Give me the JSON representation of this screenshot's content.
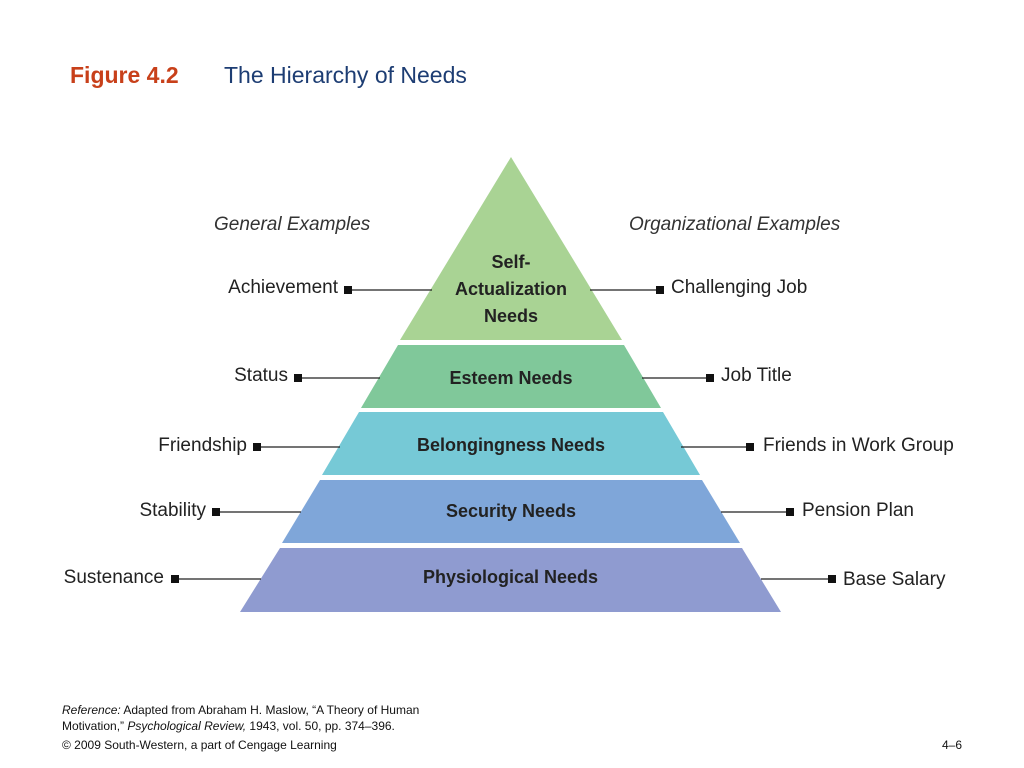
{
  "header": {
    "figure_number": "Figure 4.2",
    "figure_title": "The Hierarchy of Needs"
  },
  "columns": {
    "general_heading": "General Examples",
    "organizational_heading": "Organizational Examples"
  },
  "levels": [
    {
      "name": "Self-Actualization Needs",
      "lines": [
        "Self-",
        "Actualization",
        "Needs"
      ],
      "general": "Achievement",
      "organizational": "Challenging Job",
      "color": "#a9d394"
    },
    {
      "name": "Esteem Needs",
      "lines": [
        "Esteem Needs"
      ],
      "general": "Status",
      "organizational": "Job Title",
      "color": "#80c89a"
    },
    {
      "name": "Belongingness Needs",
      "lines": [
        "Belongingness Needs"
      ],
      "general": "Friendship",
      "organizational": "Friends in Work Group",
      "color": "#76c9d6"
    },
    {
      "name": "Security Needs",
      "lines": [
        "Security Needs"
      ],
      "general": "Stability",
      "organizational": "Pension Plan",
      "color": "#7fa6d9"
    },
    {
      "name": "Physiological Needs",
      "lines": [
        "Physiological Needs"
      ],
      "general": "Sustenance",
      "organizational": "Base Salary",
      "color": "#8f9bd0"
    }
  ],
  "reference": {
    "label": "Reference:",
    "text_1": " Adapted from Abraham H. Maslow, “A Theory of Human",
    "text_2": "Motivation,” ",
    "journal": "Psychological Review,",
    "text_3": " 1943, vol. 50, pp. 374–396."
  },
  "footer": {
    "copyright": "© 2009 South-Western, a part of Cengage Learning",
    "page": "4–6"
  },
  "colors": {
    "figure_number": "#c8401a",
    "figure_title": "#1d3d73",
    "connector": "#222222"
  }
}
